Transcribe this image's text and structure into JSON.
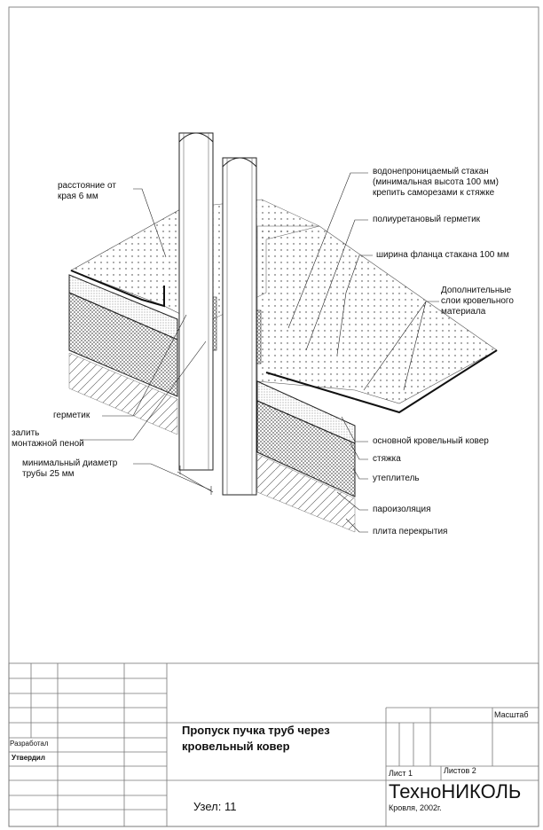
{
  "labels": {
    "edge_distance": [
      "расстояние от",
      "края 6 мм"
    ],
    "waterproof_sleeve": [
      "водонепроницаемый стакан",
      "(минимальная высота 100 мм)",
      "крепить саморезами к стяжке"
    ],
    "pu_sealant": "полиуретановый герметик",
    "flange_width": "ширина фланца стакана 100 мм",
    "extra_layers": [
      "Дополнительные",
      "слои кровельного",
      "материала"
    ],
    "main_roof_carpet": "основной кровельный ковер",
    "screed": "стяжка",
    "insulation": "утеплитель",
    "vapor_barrier": "пароизоляция",
    "floor_slab": "плита перекрытия",
    "sealant": "герметик",
    "foam_fill": [
      "залить",
      "монтажной пеной"
    ],
    "min_diameter": [
      "минимальный диаметр",
      "трубы 25 мм"
    ]
  },
  "title_block": {
    "developed_by": "Разработал",
    "approved_by": "Утвердил",
    "title": [
      "Пропуск пучка труб через",
      "кровельный ковер"
    ],
    "scale_label": "Масштаб",
    "sheet": "Лист 1",
    "sheets": "Листов 2",
    "company": "ТехноНИКОЛЬ",
    "subtitle": "Кровля, 2002г.",
    "node": "Узел: 11"
  }
}
